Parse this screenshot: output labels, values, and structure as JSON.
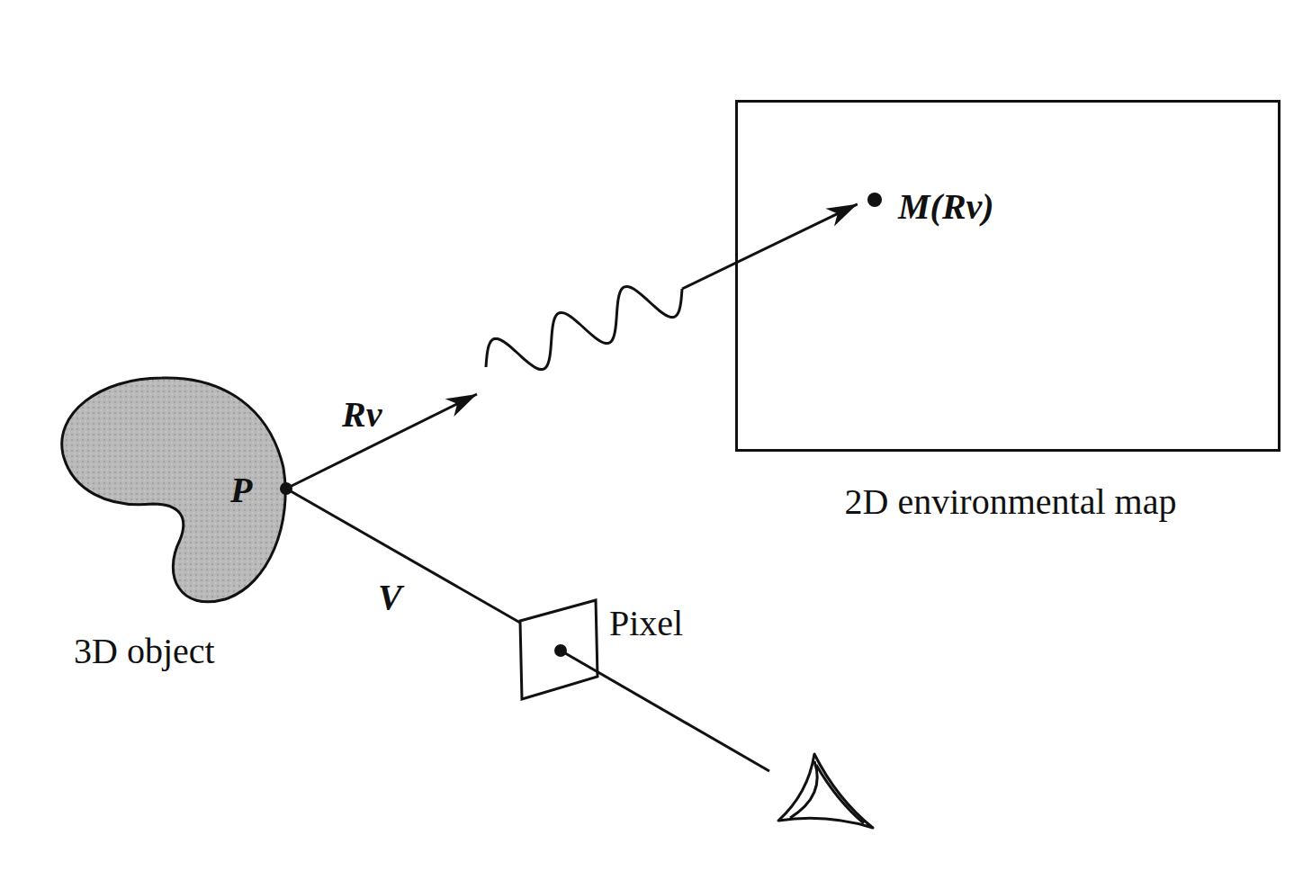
{
  "diagram": {
    "nodes": [
      {
        "text": [
          "P",
          "3D object"
        ]
      },
      {
        "text": [
          "M(Rv)",
          "2D environmental map"
        ]
      },
      {
        "text": [
          "Pixel"
        ]
      }
    ],
    "edges": [
      {
        "from": 0,
        "to": 1,
        "label": "Rv",
        "arrow": "to"
      },
      {
        "from": 0,
        "to": 2,
        "label": "V",
        "arrow": "none"
      }
    ]
  }
}
